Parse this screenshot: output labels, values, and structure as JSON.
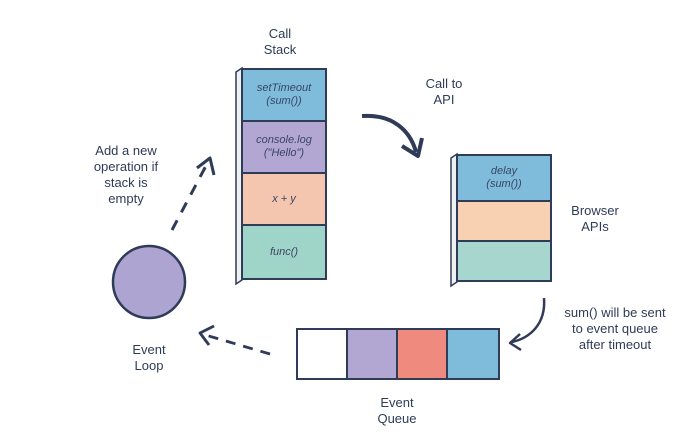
{
  "labels": {
    "call_stack": "Call\nStack",
    "call_to_api": "Call to\nAPI",
    "browser_apis": "Browser\nAPIs",
    "add_new_operation": "Add a new\noperation if\nstack is\nempty",
    "sent_to_queue": "sum() will be sent\nto event queue\nafter timeout",
    "event_queue": "Event\nQueue",
    "event_loop": "Event\nLoop"
  },
  "call_stack": [
    {
      "label": "setTimeout\n(sum())",
      "color": "#7fbcdc"
    },
    {
      "label": "console.log\n(\"Hello\")",
      "color": "#b2a7d3"
    },
    {
      "label": "x + y",
      "color": "#f4c6b0"
    },
    {
      "label": "func()",
      "color": "#9fd4c9"
    }
  ],
  "browser_apis": [
    {
      "label": "delay\n(sum())",
      "color": "#7fbcdc"
    },
    {
      "label": "",
      "color": "#f8d1b3"
    },
    {
      "label": "",
      "color": "#a7d6cf"
    }
  ],
  "event_queue": [
    {
      "color": "#ffffff"
    },
    {
      "color": "#b2a7d3"
    },
    {
      "color": "#ef8a7e"
    },
    {
      "color": "#7fbcdc"
    }
  ],
  "colors": {
    "outline": "#2f3b57",
    "event_loop_fill": "#ada4d1",
    "stack_shadow": "#eef0f2"
  }
}
